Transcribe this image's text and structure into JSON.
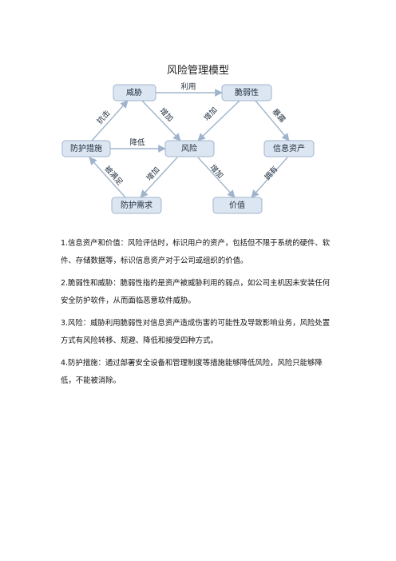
{
  "title": "风险管理模型",
  "diagram": {
    "nodes": {
      "threat": "威胁",
      "vulnerability": "脆弱性",
      "protection": "防护措施",
      "risk": "风险",
      "asset": "信息资产",
      "protect_need": "防护需求",
      "value": "价值"
    },
    "edges": {
      "threat_vuln": "利用",
      "prot_threat": "抗击",
      "threat_risk": "增加",
      "vuln_risk": "增加",
      "vuln_asset": "暴露",
      "prot_risk": "降低",
      "need_prot": "被满足",
      "risk_need": "增加",
      "risk_value": "增加",
      "asset_value": "拥有"
    }
  },
  "notes": [
    "1.信息资产和价值：风险评估时，标识用户的资产，包括但不限于系统的硬件、软件、存储数据等，标识信息资产对于公司或组织的价值。",
    "2.脆弱性和威胁：脆弱性指的是资产被威胁利用的弱点，如公司主机因未安装任何安全防护软件，从而面临恶意软件威胁。",
    "3.风险：威胁利用脆弱性对信息资产造成伤害的可能性及导致影响业务，风险处置方式有风险转移、规避、降低和接受四种方式。",
    "4.防护措施：通过部署安全设备和管理制度等措施能够降低风险，风险只能够降低，不能被消除。"
  ]
}
